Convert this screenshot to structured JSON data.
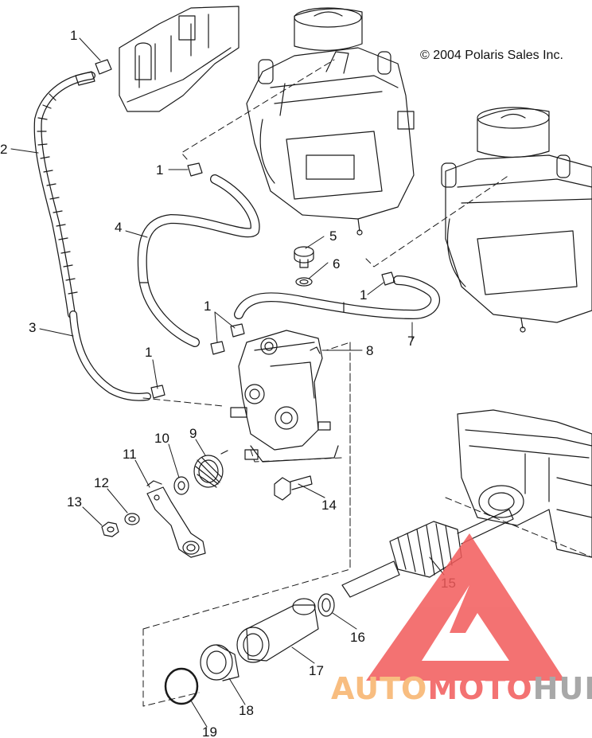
{
  "copyright": "© 2004 Polaris Sales Inc.",
  "callouts": [
    "1",
    "2",
    "1",
    "4",
    "5",
    "6",
    "3",
    "1",
    "1",
    "1",
    "8",
    "7",
    "10",
    "9",
    "11",
    "12",
    "13",
    "14",
    "15",
    "16",
    "17",
    "18",
    "19"
  ],
  "watermark": {
    "part1": "AUTO",
    "part2": "MOTO",
    "part3": "HUB",
    "color_red": "#f25a5a",
    "color_orange": "#f7b26a",
    "color_gray": "#9a9a9a"
  },
  "colors": {
    "line": "#1a1a1a",
    "background": "#ffffff"
  }
}
